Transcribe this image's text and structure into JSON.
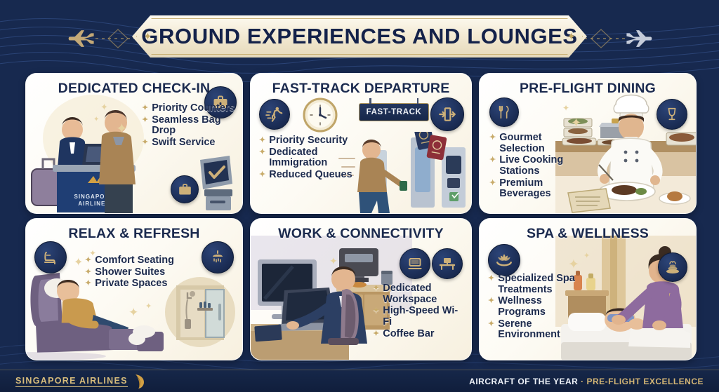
{
  "header": {
    "title": "GROUND EXPERIENCES AND LOUNGES",
    "spark_left": "✦",
    "spark_right": "✦",
    "plane_left_icon": "airplane-left-icon",
    "plane_right_icon": "airplane-right-icon"
  },
  "cards": [
    {
      "id": "dedicated-check-in",
      "title": "DEDICATED CHECK-IN",
      "bullets": [
        "Priority Counters",
        "Seamless Bag Drop",
        "Swift Service"
      ],
      "icons": [
        "briefcase-icon",
        "briefcase-icon"
      ],
      "illustration": "check-in-counter-agent-and-passenger"
    },
    {
      "id": "fast-track-departure",
      "title": "FAST-TRACK DEPARTURE",
      "bullets": [
        "Priority Security",
        "Dedicated Immigration",
        "Reduced Queues"
      ],
      "icons": [
        "running-person-icon",
        "clock-icon",
        "exit-gate-icon"
      ],
      "sign_label": "FAST-TRACK",
      "illustration": "passenger-at-automated-gate-with-passports"
    },
    {
      "id": "pre-flight-dining",
      "title": "PRE-FLIGHT DINING",
      "bullets": [
        "Gourmet Selection",
        "Live Cooking Stations",
        "Premium Beverages"
      ],
      "icons": [
        "fork-knife-icon",
        "wine-glass-icon"
      ],
      "illustration": "chef-plating-steak-at-live-station"
    },
    {
      "id": "relax-and-refresh",
      "title": "RELAX & REFRESH",
      "bullets": [
        "Comfort Seating",
        "Shower Suites",
        "Private Spaces"
      ],
      "icons": [
        "recliner-chair-icon",
        "shower-head-icon"
      ],
      "illustration": "passenger-reclining-in-lounge-chair-and-shower-suite"
    },
    {
      "id": "work-and-connectivity",
      "title": "WORK & CONNECTIVITY",
      "bullets": [
        "Dedicated Workspace",
        "High-Speed Wi-Fi",
        "Coffee Bar"
      ],
      "icons": [
        "laptop-icon",
        "desk-icon"
      ],
      "illustration": "businessman-at-workstation-with-coffee-machine"
    },
    {
      "id": "spa-and-wellness",
      "title": "SPA & WELLNESS",
      "bullets": [
        "Specialized Spa Treatments",
        "Wellness Programs",
        "Serene Environment"
      ],
      "icons": [
        "lotus-in-hand-icon",
        "spa-stones-icon"
      ],
      "illustration": "therapist-giving-facial-treatment-to-guest"
    }
  ],
  "footer": {
    "brand": "SINGAPORE AIRLINES",
    "brand_icon": "singapore-airlines-bird-logo",
    "tagline_white": "AIRCRAFT OF THE YEAR",
    "tagline_separator": "·",
    "tagline_gold": "PRE-FLIGHT EXCELLENCE"
  },
  "colors": {
    "background_navy": "#17294f",
    "card_cream": "#fdfbf4",
    "gold": "#c8ab6a",
    "title_navy": "#14224a",
    "badge_navy": "#1a2b52"
  },
  "bullet_marker": "✦"
}
